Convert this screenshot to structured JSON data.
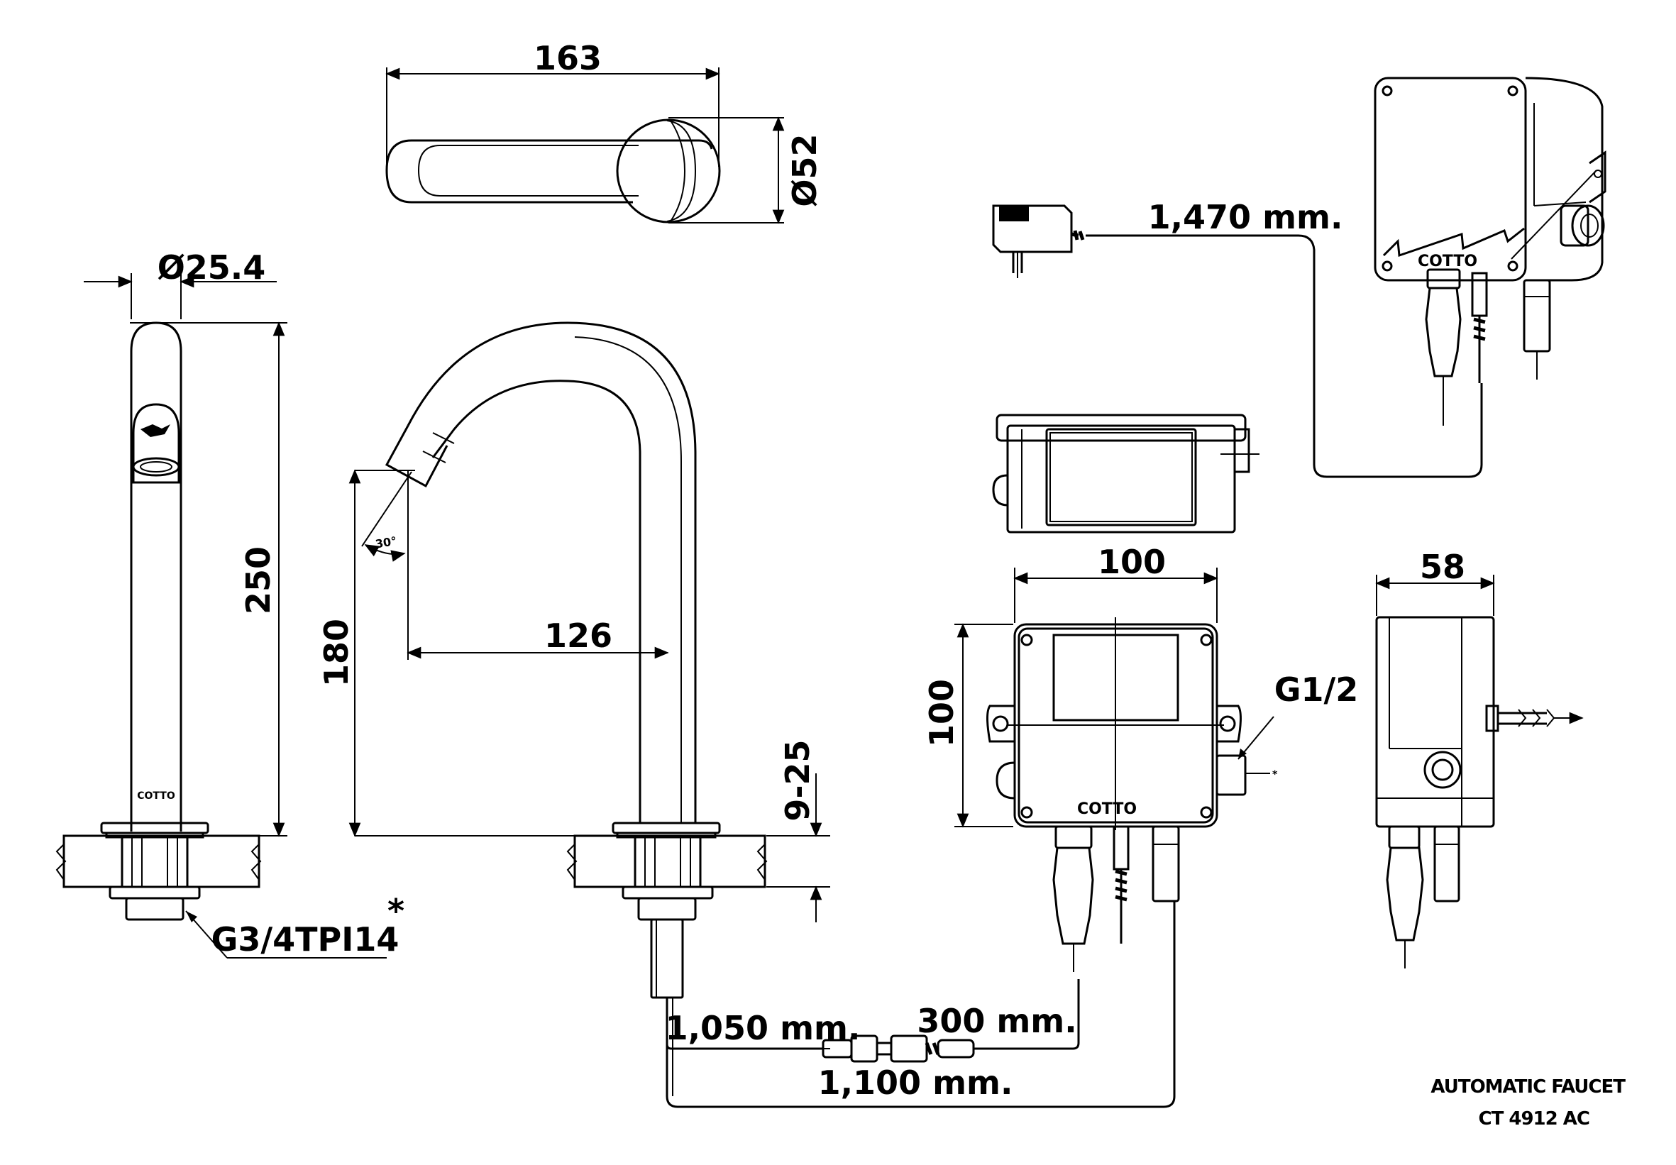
{
  "title": {
    "line1": "AUTOMATIC FAUCET",
    "line2": "CT 4912 AC"
  },
  "brand": "COTTO",
  "dimensions": {
    "spout_reach_top": "163",
    "base_diameter": "Ø52",
    "tube_diameter": "Ø25.4",
    "total_height": "250",
    "outlet_height": "180",
    "reach": "126",
    "angle": "30°",
    "deck_thickness": "9-25",
    "thread": "G3/4TPI14",
    "asterisk": "*",
    "box_width": "100",
    "box_height": "100",
    "box_depth": "58",
    "inlet": "G1/2",
    "adapter_cable": "1,470 mm.",
    "sensor_cable": "1,050 mm.",
    "extension_cable": "300 mm.",
    "hose_length": "1,100 mm."
  }
}
